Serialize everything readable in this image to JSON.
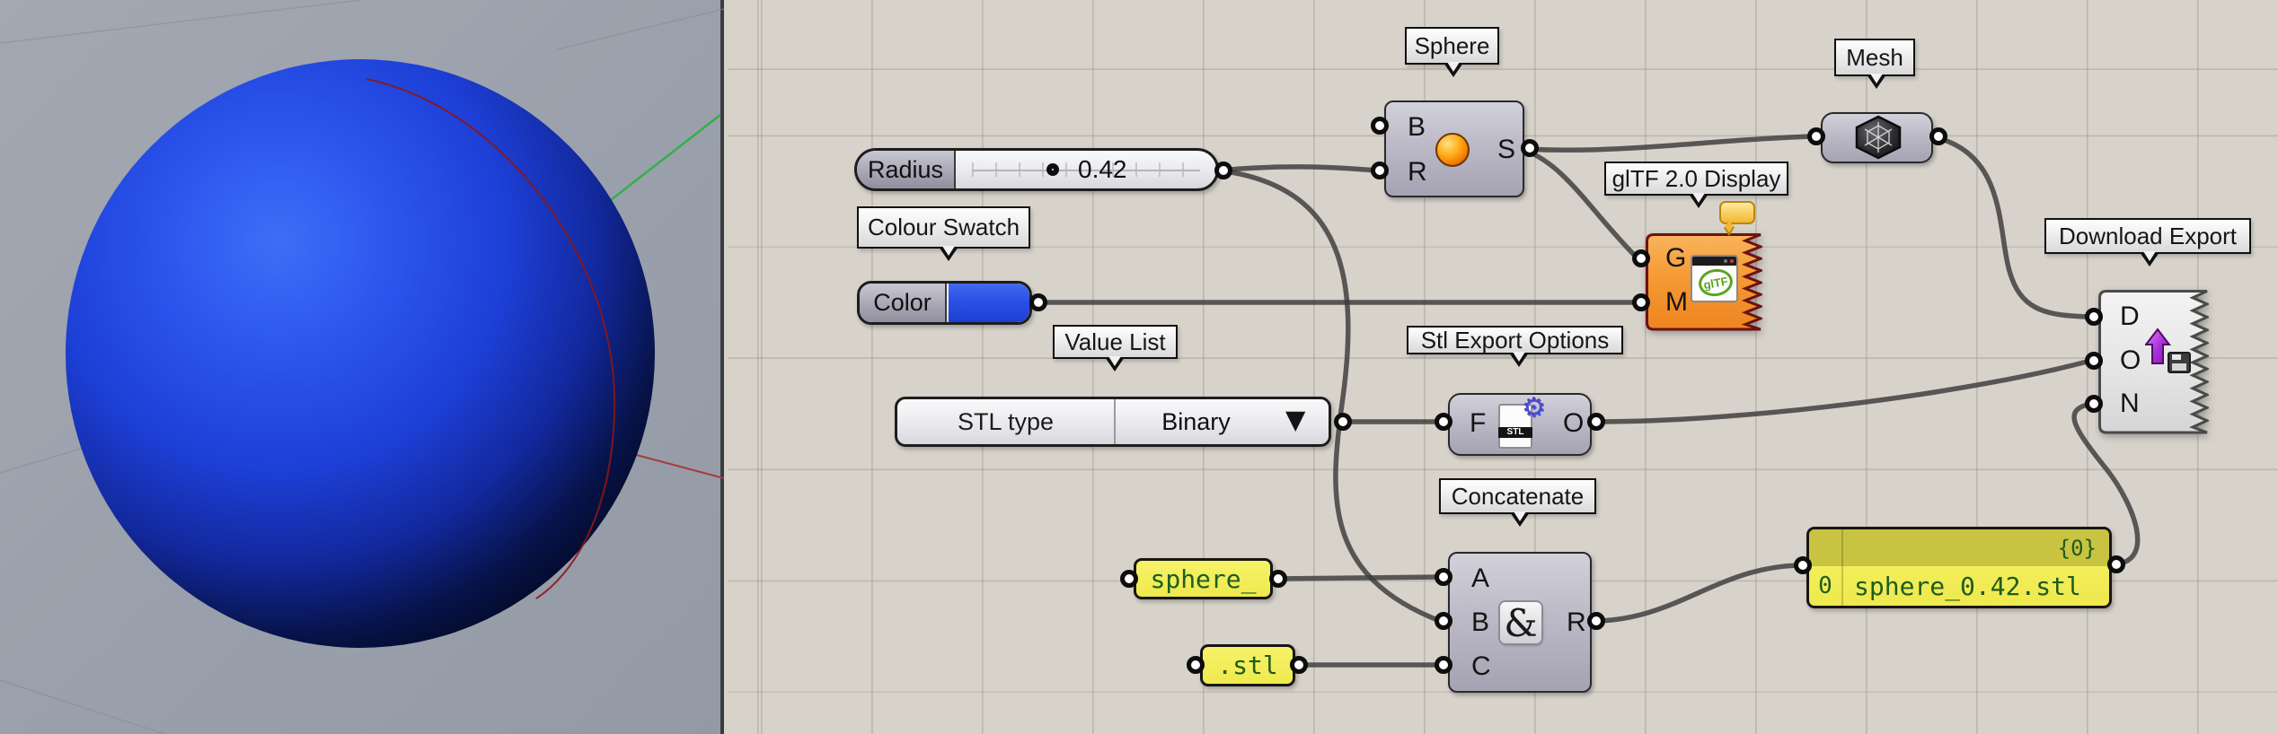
{
  "viewport": {
    "background": "#9aa0ab",
    "sphere_color": "#2450e8",
    "green_axis_color": "#33b04a",
    "red_axis_color": "#a63c3c"
  },
  "canvas": {
    "background": "#d7d3cb",
    "wire_color": "#3a3a3a",
    "warning_orange": "#f59a33",
    "panel_yellow": "#f1ed57"
  },
  "nodes": {
    "radius_slider": {
      "label": "Radius",
      "value": "0.42"
    },
    "colour_swatch": {
      "callout": "Colour Swatch",
      "label": "Color",
      "swatch_color": "#2a52e8"
    },
    "value_list": {
      "callout": "Value List",
      "name": "STL type",
      "selected": "Binary"
    },
    "sphere": {
      "callout": "Sphere",
      "inputs": [
        "B",
        "R"
      ],
      "output": "S"
    },
    "gltf_display": {
      "callout": "glTF 2.0 Display",
      "inputs": [
        "G",
        "M"
      ],
      "icon_label": "glTF"
    },
    "mesh": {
      "callout": "Mesh"
    },
    "stl_export_options": {
      "callout": "Stl Export Options",
      "input": "F",
      "output": "O",
      "icon_label": "STL"
    },
    "concatenate": {
      "callout": "Concatenate",
      "inputs": [
        "A",
        "B",
        "C"
      ],
      "output": "R",
      "icon_label": "&"
    },
    "download_export": {
      "callout": "Download Export",
      "inputs": [
        "D",
        "O",
        "N"
      ]
    },
    "prefix_panel": {
      "text": "sphere_"
    },
    "suffix_panel": {
      "text": ".stl"
    },
    "output_panel": {
      "branch": "{0}",
      "index": "0",
      "text": "sphere_0.42.stl"
    }
  }
}
